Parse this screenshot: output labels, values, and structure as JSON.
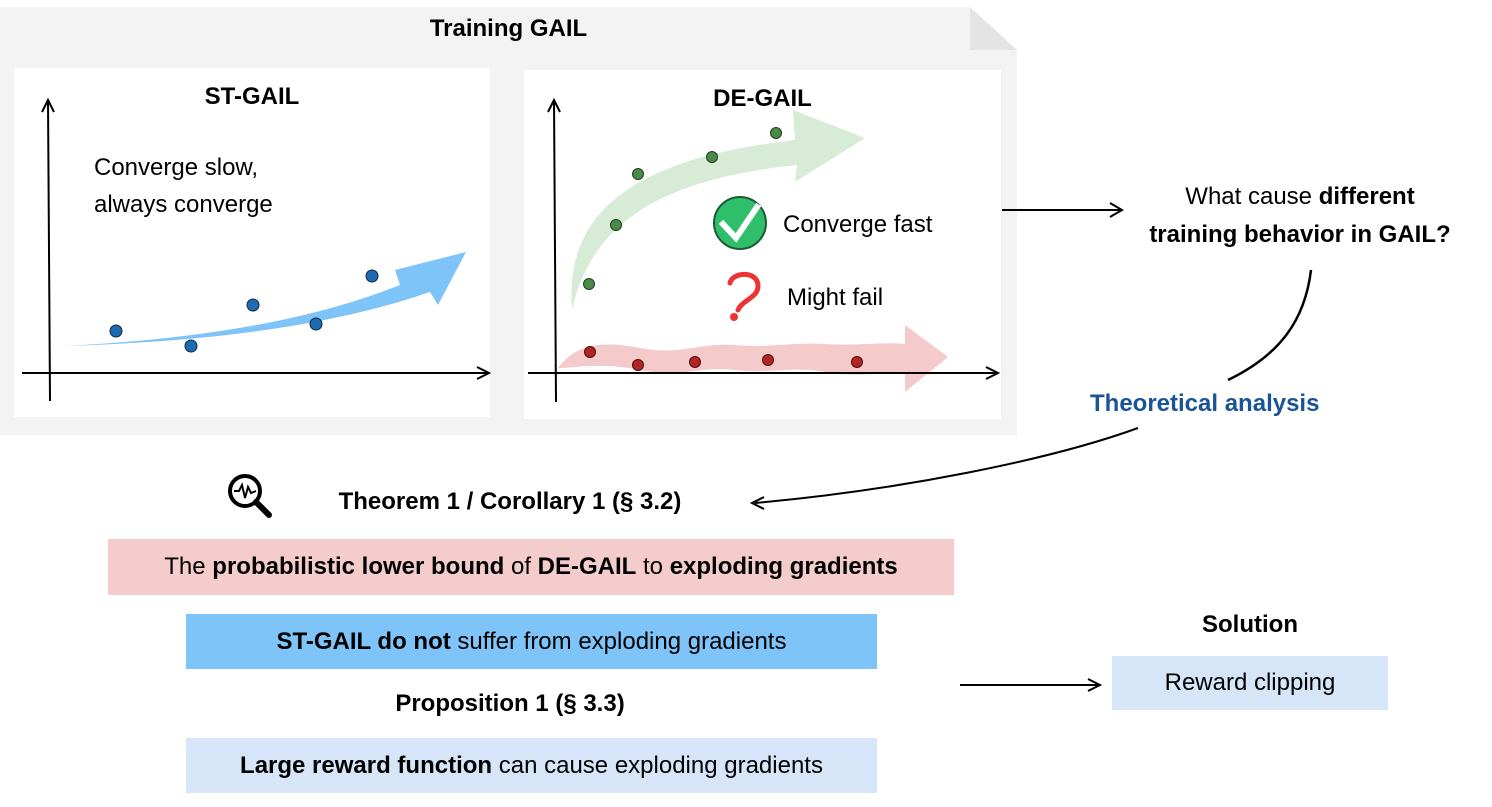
{
  "panel": {
    "title": "Training  GAIL",
    "background": "#f3f3f3"
  },
  "st_gail": {
    "title": "ST-GAIL",
    "annotation_line1": "Converge slow,",
    "annotation_line2": "always converge",
    "arrow_color": "#7ec4f8",
    "point_color": "#1f6ab0"
  },
  "de_gail": {
    "title": "DE-GAIL",
    "success_label": "Converge fast",
    "fail_label": "Might fail",
    "success_icon": "check-circle-icon",
    "fail_icon": "question-mark-icon",
    "success_arrow_color": "#d7ebd6",
    "fail_arrow_color": "#f5caca",
    "success_point_color": "#4a8a48",
    "fail_point_color": "#b32424"
  },
  "question": {
    "normal": "What cause ",
    "bold_1": "different",
    "bold_2": "training behavior in GAIL?"
  },
  "theory_label": "Theoretical analysis",
  "theorem": {
    "icon": "magnifier-waveform-icon",
    "title": "Theorem 1 / Corollary 1 (§ 3.2)",
    "box1": {
      "p1": "The ",
      "b1": "probabilistic lower bound",
      "p2": " of ",
      "b2": "DE-GAIL",
      "p3": " to ",
      "b3": "exploding gradients",
      "color": "#f5cccc"
    },
    "box2": {
      "b1": "ST-GAIL do not",
      "p1": " suffer from exploding gradients",
      "color": "#7ec4f8"
    }
  },
  "proposition": {
    "title": "Proposition 1 (§ 3.3)",
    "box": {
      "b1": "Large reward function",
      "p1": " can cause exploding gradients",
      "color": "#d6e6f8"
    }
  },
  "solution": {
    "title": "Solution",
    "box_label": "Reward clipping",
    "color": "#d6e6f8"
  }
}
